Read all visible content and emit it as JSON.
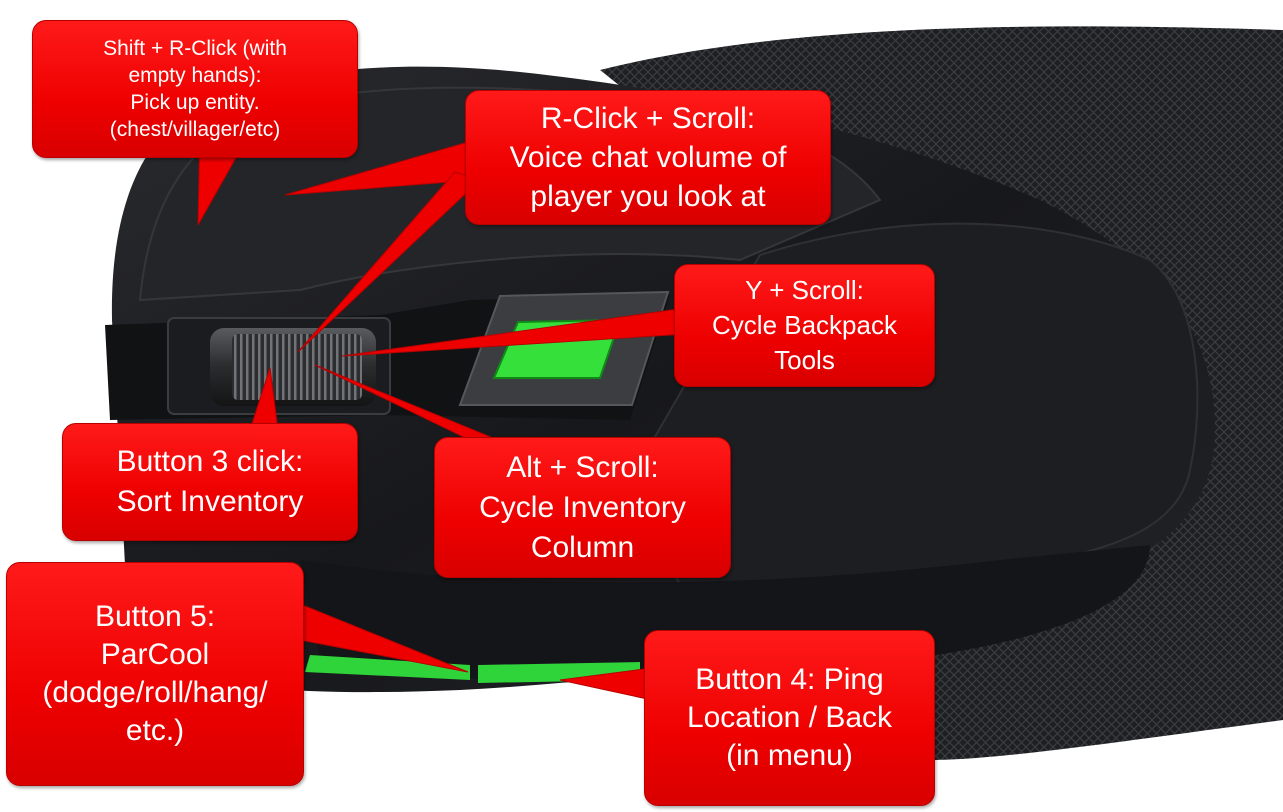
{
  "callouts": {
    "shift_rclick": {
      "lines": [
        "Shift + R-Click (with",
        "empty hands):",
        "Pick up entity.",
        "(chest/villager/etc)"
      ]
    },
    "rclick_scroll": {
      "lines": [
        "R-Click + Scroll:",
        "Voice chat volume of",
        "player you look at"
      ]
    },
    "y_scroll": {
      "lines": [
        "Y + Scroll:",
        "Cycle Backpack",
        "Tools"
      ]
    },
    "button3": {
      "lines": [
        "Button 3 click:",
        "Sort Inventory"
      ]
    },
    "alt_scroll": {
      "lines": [
        "Alt + Scroll:",
        "Cycle Inventory",
        "Column"
      ]
    },
    "button5": {
      "lines": [
        "Button 5:",
        "ParCool",
        "(dodge/roll/hang/",
        "etc.)"
      ]
    },
    "button4": {
      "lines": [
        "Button 4: Ping",
        "Location / Back",
        "(in menu)"
      ]
    }
  },
  "colors": {
    "callout_fill": "#ee0000",
    "mouse_body": "#1c1d20",
    "accent_green": "#35e03a"
  }
}
